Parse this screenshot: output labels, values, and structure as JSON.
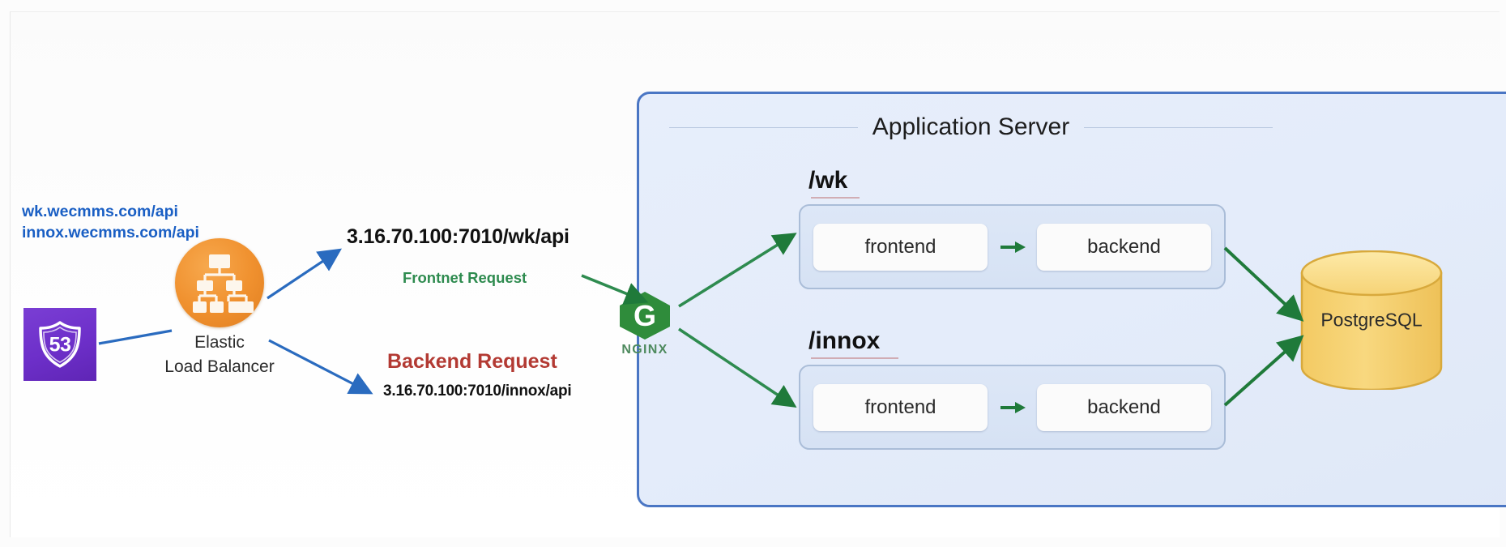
{
  "diagram": {
    "title": "Application Server",
    "colors": {
      "panel_border": "#4a76c4",
      "frontend_request": "#2e8b4f",
      "backend_request": "#b33a33",
      "domain_text": "#1a5fc4",
      "route53": "#6d2fc9",
      "elb": "#f0912f",
      "nginx": "#2f8c3b",
      "postgres": "#f5cf6b"
    }
  },
  "dns": {
    "domains": [
      "wk.wecmms.com/api",
      "innox.wecmms.com/api"
    ],
    "icon_name": "route53-shield-icon",
    "icon_number": "53"
  },
  "load_balancer": {
    "label_line1": "Elastic",
    "label_line2": "Load Balancer",
    "icon_name": "elastic-load-balancer-icon"
  },
  "requests": {
    "frontend_url": "3.16.70.100:7010/wk/api",
    "frontend_label": "Frontnet Request",
    "backend_label": "Backend Request",
    "backend_url": "3.16.70.100:7010/innox/api"
  },
  "proxy": {
    "name": "NGINX",
    "icon_name": "nginx-logo-icon"
  },
  "app_server": {
    "title": "Application Server",
    "routes": [
      {
        "path": "/wk",
        "services": [
          {
            "name": "frontend"
          },
          {
            "name": "backend"
          }
        ]
      },
      {
        "path": "/innox",
        "services": [
          {
            "name": "frontend"
          },
          {
            "name": "backend"
          }
        ]
      }
    ]
  },
  "database": {
    "name": "PostgreSQL",
    "icon_name": "database-cylinder-icon"
  }
}
